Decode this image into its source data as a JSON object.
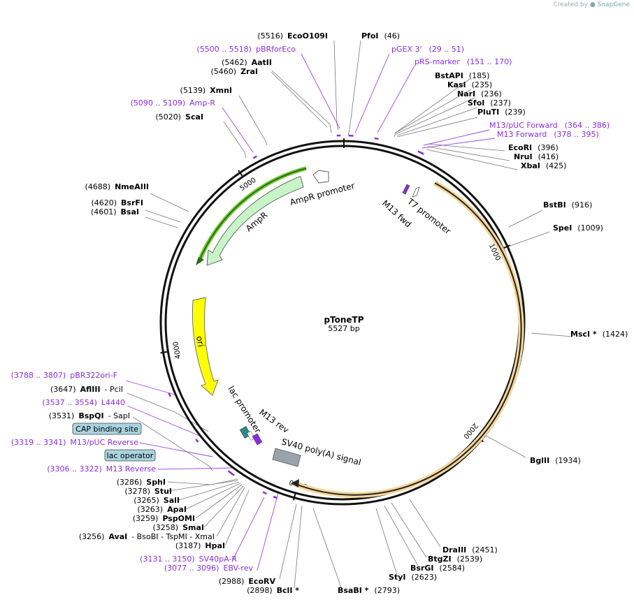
{
  "credit": {
    "prefix": "Created by",
    "brand": "SnapGene"
  },
  "plasmid": {
    "name": "pToneTP",
    "length_label": "5527 bp",
    "length": 5527
  },
  "ruler_ticks": [
    {
      "bp": 1000,
      "label": "1000"
    },
    {
      "bp": 2000,
      "label": "2000"
    },
    {
      "bp": 3000,
      "label": "3000"
    },
    {
      "bp": 4000,
      "label": "4000"
    },
    {
      "bp": 5000,
      "label": "5000"
    }
  ],
  "features": [
    {
      "id": "t7-promoter",
      "label": "T7 promoter"
    },
    {
      "id": "m13-fwd",
      "label": "M13 fwd"
    },
    {
      "id": "ampr-promoter",
      "label": "AmpR promoter"
    },
    {
      "id": "ampr",
      "label": "AmpR"
    },
    {
      "id": "ori",
      "label": "ori"
    },
    {
      "id": "lac-promoter",
      "label": "lac promoter"
    },
    {
      "id": "m13-rev",
      "label": "M13 rev"
    },
    {
      "id": "sv40-polya",
      "label": "SV40 poly(A) signal"
    }
  ],
  "boxed_labels": [
    {
      "id": "cap-binding-site",
      "label": "CAP binding site"
    },
    {
      "id": "lac-operator",
      "label": "lac operator"
    }
  ],
  "enzymes": [
    {
      "id": "ecoo109i",
      "name": "EcoO109I",
      "pos": "(5516)"
    },
    {
      "id": "pfoi",
      "name": "PfoI",
      "pos": "(46)"
    },
    {
      "id": "aatii",
      "name": "AatII",
      "pos": "(5462)"
    },
    {
      "id": "zrai",
      "name": "ZraI",
      "pos": "(5460)"
    },
    {
      "id": "bstapi",
      "name": "BstAPI",
      "pos": "(185)"
    },
    {
      "id": "kasi",
      "name": "KasI",
      "pos": "(235)"
    },
    {
      "id": "nari",
      "name": "NarI",
      "pos": "(236)"
    },
    {
      "id": "sfoi",
      "name": "SfoI",
      "pos": "(237)"
    },
    {
      "id": "pluti",
      "name": "PluTI",
      "pos": "(239)"
    },
    {
      "id": "xmni",
      "name": "XmnI",
      "pos": "(5139)"
    },
    {
      "id": "scai",
      "name": "ScaI",
      "pos": "(5020)"
    },
    {
      "id": "ecori",
      "name": "EcoRI",
      "pos": "(396)"
    },
    {
      "id": "nrui",
      "name": "NruI",
      "pos": "(416)"
    },
    {
      "id": "xbai",
      "name": "XbaI",
      "pos": "(425)"
    },
    {
      "id": "nmeaiii",
      "name": "NmeAIII",
      "pos": "(4688)"
    },
    {
      "id": "bstbi",
      "name": "BstBI",
      "pos": "(916)"
    },
    {
      "id": "bsrfi",
      "name": "BsrFI",
      "pos": "(4620)"
    },
    {
      "id": "bsai",
      "name": "BsaI",
      "pos": "(4601)"
    },
    {
      "id": "spei",
      "name": "SpeI",
      "pos": "(1009)"
    },
    {
      "id": "msci",
      "name": "MscI *",
      "pos": "(1424)"
    },
    {
      "id": "afliii",
      "name": "AflIII",
      "pos": "(3647)",
      "suffix": "- PciI"
    },
    {
      "id": "bspqi",
      "name": "BspQI",
      "pos": "(3531)",
      "suffix": "- SapI"
    },
    {
      "id": "bglii",
      "name": "BglII",
      "pos": "(1934)"
    },
    {
      "id": "sphi",
      "name": "SphI",
      "pos": "(3286)"
    },
    {
      "id": "stui",
      "name": "StuI",
      "pos": "(3278)"
    },
    {
      "id": "sali",
      "name": "SalI",
      "pos": "(3265)"
    },
    {
      "id": "apai",
      "name": "ApaI",
      "pos": "(3263)"
    },
    {
      "id": "pspomi",
      "name": "PspOMI",
      "pos": "(3259)"
    },
    {
      "id": "smai",
      "name": "SmaI",
      "pos": "(3258)"
    },
    {
      "id": "avai",
      "name": "AvaI",
      "pos": "(3256)",
      "suffix": "- BsoBI - TspMI - XmaI"
    },
    {
      "id": "hpai",
      "name": "HpaI",
      "pos": "(3187)"
    },
    {
      "id": "draiii",
      "name": "DraIII",
      "pos": "(2451)"
    },
    {
      "id": "btgzi",
      "name": "BtgZI",
      "pos": "(2539)"
    },
    {
      "id": "bsrgi",
      "name": "BsrGI",
      "pos": "(2584)"
    },
    {
      "id": "styi",
      "name": "StyI",
      "pos": "(2623)"
    },
    {
      "id": "ecorv",
      "name": "EcoRV",
      "pos": "(2988)"
    },
    {
      "id": "bcli",
      "name": "BclI *",
      "pos": "(2898)"
    },
    {
      "id": "bsabi",
      "name": "BsaBI *",
      "pos": "(2793)"
    }
  ],
  "primers": [
    {
      "id": "pbrforeco",
      "range": "(5500 .. 5518)",
      "name": "pBRforEco"
    },
    {
      "id": "pgex3",
      "name": "pGEX 3'",
      "range": "(29 .. 51)"
    },
    {
      "id": "prs-marker",
      "name": "pRS-marker",
      "range": "(151 .. 170)"
    },
    {
      "id": "amp-r",
      "range": "(5090 .. 5109)",
      "name": "Amp-R"
    },
    {
      "id": "m13puc-forward",
      "name": "M13/pUC Forward",
      "range": "(364 .. 386)"
    },
    {
      "id": "m13-forward",
      "name": "M13 Forward",
      "range": "(378 .. 395)"
    },
    {
      "id": "pbr322ori-f",
      "range": "(3788 .. 3807)",
      "name": "pBR322ori-F"
    },
    {
      "id": "l4440",
      "range": "(3537 .. 3554)",
      "name": "L4440"
    },
    {
      "id": "m13puc-reverse",
      "range": "(3319 .. 3341)",
      "name": "M13/pUC Reverse"
    },
    {
      "id": "m13-reverse",
      "range": "(3306 .. 3322)",
      "name": "M13 Reverse"
    },
    {
      "id": "sv40pa-r",
      "range": "(3131 .. 3150)",
      "name": "SV40pA-R"
    },
    {
      "id": "ebv-rev",
      "range": "(3077 .. 3096)",
      "name": "EBV-rev"
    }
  ],
  "colors": {
    "primer": "#8b2be2",
    "backbone": "#111111",
    "ampr": "#c8f5c8",
    "ori": "#ffff00",
    "sv40": "#9aa3ab",
    "insert": "#f0b040",
    "boxed": "#a9d4e0"
  }
}
